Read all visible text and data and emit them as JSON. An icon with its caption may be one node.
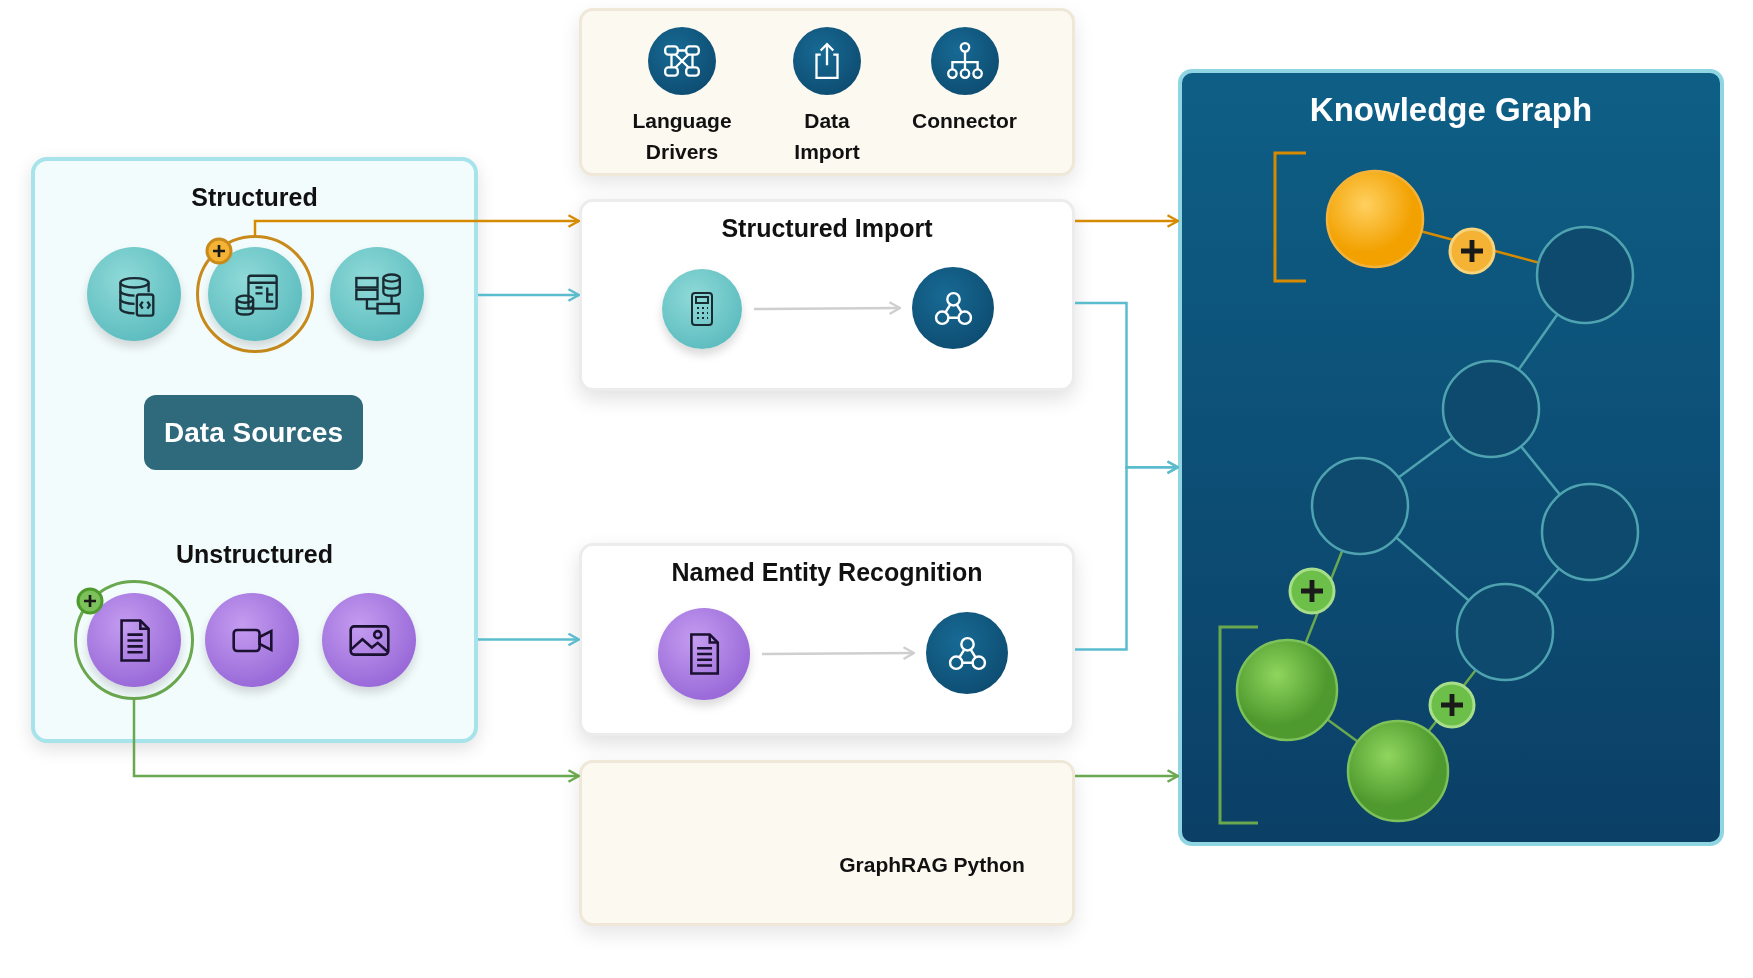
{
  "diagram": {
    "nodes": [
      {
        "text": [],
        "shape": "box"
      },
      {
        "text": [],
        "shape": "circle",
        "in": 0
      },
      {
        "text": [],
        "shape": "circle",
        "in": 0
      },
      {
        "text": [],
        "shape": "circle",
        "in": 0
      },
      {
        "text": [
          "Data Sources"
        ],
        "in": 0
      },
      {
        "text": [],
        "shape": "circle",
        "in": 0
      },
      {
        "text": [],
        "shape": "circle",
        "in": 0
      },
      {
        "text": [],
        "shape": "circle",
        "in": 0
      },
      {
        "text": [],
        "shape": "box"
      },
      {
        "text": [
          "Language Drivers"
        ],
        "in": 8
      },
      {
        "text": [
          "Data Import"
        ],
        "in": 8
      },
      {
        "text": [
          "Connector"
        ],
        "in": 8
      },
      {
        "text": [
          "Structured Import"
        ]
      },
      {
        "text": [],
        "shape": "circle",
        "in": 12
      },
      {
        "text": [],
        "shape": "circle",
        "in": 12
      },
      {
        "text": [
          "Named Entity Recognition"
        ]
      },
      {
        "text": [],
        "shape": "circle",
        "in": 15
      },
      {
        "text": [],
        "shape": "circle",
        "in": 15
      },
      {
        "text": [],
        "shape": "box"
      },
      {
        "text": [
          "GraphRAG Python"
        ],
        "in": 18
      },
      {
        "text": [
          "Knowledge Graph"
        ]
      }
    ],
    "edges": [
      {
        "from": 2,
        "to": 12,
        "arrow": "to",
        "color": "#d68a00"
      },
      {
        "from": 12,
        "to": 20,
        "arrow": "to",
        "color": "#d68a00"
      },
      {
        "from": 0,
        "to": 12,
        "arrow": "to"
      },
      {
        "from": 0,
        "to": 15,
        "arrow": "to"
      },
      {
        "from": 13,
        "to": 14,
        "arrow": "to",
        "color": "#cfcfcf"
      },
      {
        "from": 16,
        "to": 17,
        "arrow": "to",
        "color": "#cfcfcf"
      },
      {
        "from": 12,
        "to": 20,
        "arrow": "to"
      },
      {
        "from": 15,
        "to": 20,
        "arrow": "to"
      },
      {
        "from": 5,
        "to": 18,
        "arrow": "to",
        "color": "#6aa84f"
      },
      {
        "from": 18,
        "to": 20,
        "arrow": "to",
        "color": "#6aa84f"
      }
    ],
    "labels": [
      "Structured",
      "Unstructured"
    ]
  }
}
